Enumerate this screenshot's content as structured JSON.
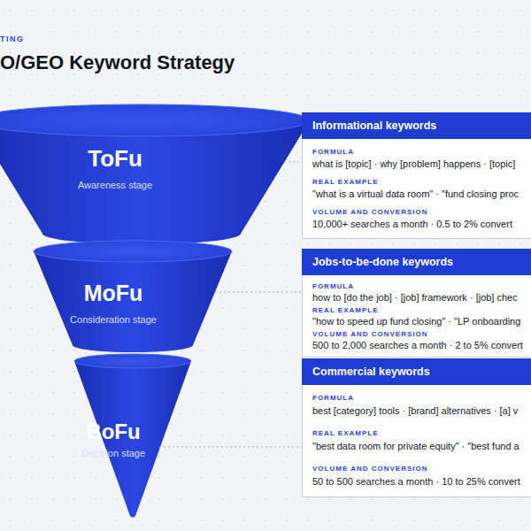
{
  "diagram": {
    "title": "O/GEO Keyword Strategy",
    "nodes": [
      {
        "text": [
          "ToFu",
          "Awareness stage"
        ]
      },
      {
        "text": [
          "Informational keywords",
          "FORMULA",
          "what is [topic] · why [problem] happens · [topic]",
          "REAL EXAMPLE",
          "\"what is a virtual data room\" · \"fund closing proc",
          "VOLUME AND CONVERSION",
          "10,000+ searches a month · 0.5 to 2% convert"
        ]
      },
      {
        "text": [
          "MoFu",
          "Consideration stage"
        ]
      },
      {
        "text": [
          "Jobs-to-be-done keywords",
          "FORMULA",
          "how to [do the job] · [job] framework · [job] chec",
          "REAL EXAMPLE",
          "\"how to speed up fund closing\" · \"LP onboarding",
          "VOLUME AND CONVERSION",
          "500 to 2,000 searches a month · 2 to 5% convert"
        ]
      },
      {
        "text": [
          "BoFu",
          "Decision stage"
        ]
      },
      {
        "text": [
          "Commercial keywords",
          "FORMULA",
          "best [category] tools · [brand] alternatives · [a] v",
          "REAL EXAMPLE",
          "\"best data room for private equity\" · \"best fund a",
          "VOLUME AND CONVERSION",
          "50 to 500 searches a month · 10 to 25% convert"
        ]
      }
    ],
    "edges": [
      {
        "from": 0,
        "to": 1,
        "arrow": "none"
      },
      {
        "from": 2,
        "to": 3,
        "arrow": "none"
      },
      {
        "from": 4,
        "to": 5,
        "arrow": "none"
      }
    ],
    "labels": [
      "TING"
    ]
  }
}
